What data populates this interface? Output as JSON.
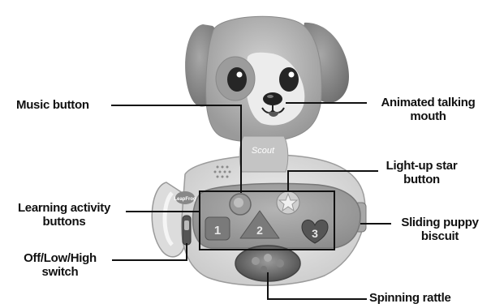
{
  "labels": {
    "music_button": "Music button",
    "animated_mouth": {
      "line1": "Animated talking",
      "line2": "mouth"
    },
    "light_up_star": {
      "line1": "Light-up star",
      "line2": "button"
    },
    "learning_activity": {
      "line1": "Learning activity",
      "line2": "buttons"
    },
    "sliding_biscuit": {
      "line1": "Sliding puppy",
      "line2": "biscuit"
    },
    "off_low_high": {
      "line1": "Off/Low/High",
      "line2": "switch"
    },
    "spinning_rattle": "Spinning rattle"
  },
  "toy_markings": {
    "collar_tag": "Scout",
    "brand": "LeapFrog",
    "button_numbers": [
      "1",
      "2",
      "3"
    ]
  },
  "colors": {
    "toy_body": "#b9b9b9",
    "toy_dark": "#7d7d7d",
    "toy_light": "#e6e6e6",
    "line": "#111111"
  }
}
